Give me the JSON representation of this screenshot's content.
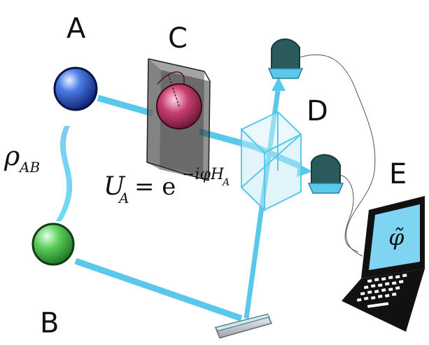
{
  "labels": {
    "qubit_a": "A",
    "qubit_b": "B",
    "unitary_box": "C",
    "detectors": "D",
    "computer": "E"
  },
  "equations": {
    "rho": "ρ",
    "rho_sub": "AB",
    "unitary_lhs": "U",
    "unitary_lhs_sub": "A",
    "unitary_eq": "= e",
    "unitary_exp": "−iφH",
    "unitary_exp_sub": "A",
    "estimate": "φ̃"
  },
  "colors": {
    "beam": "#59c8ea",
    "qubit_a": "#1b3fb8",
    "qubit_b": "#2aa63a",
    "qubit_c": "#b0285a",
    "detector": "#2a5a5c",
    "screen": "#7fd4f2"
  }
}
